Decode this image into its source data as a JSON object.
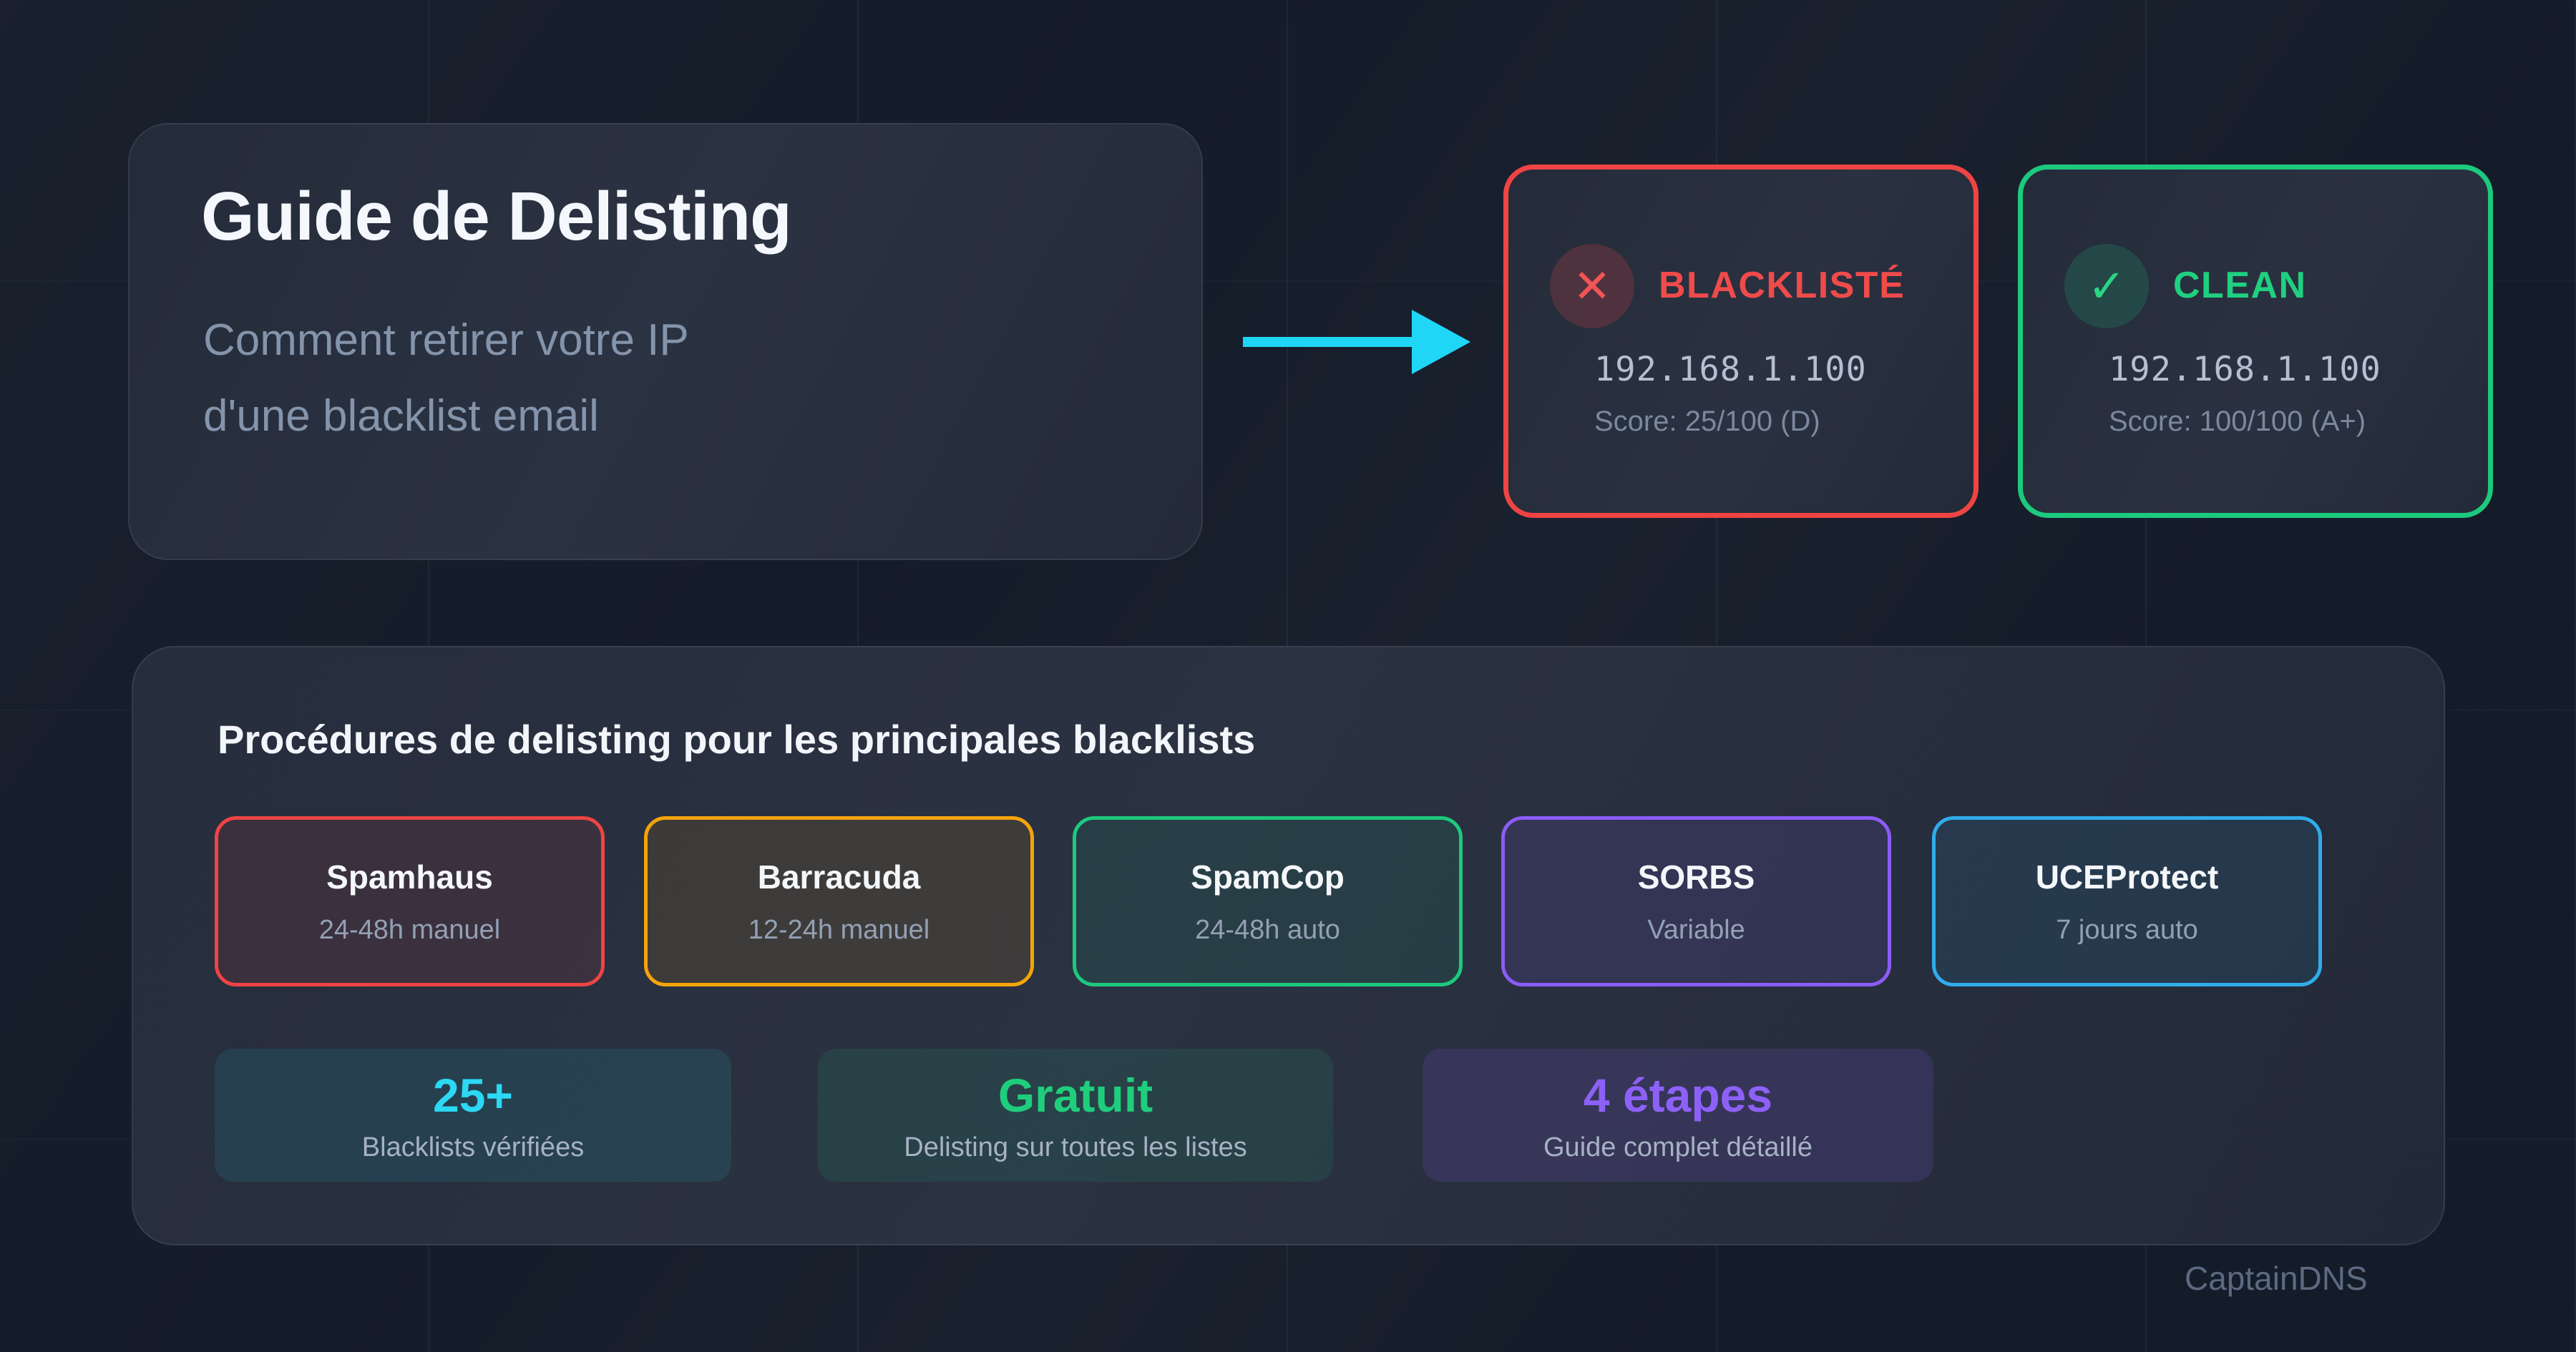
{
  "page": {
    "brand": "CaptainDNS",
    "background_color": "#151c29",
    "grid_line_color": "#6ecdeb"
  },
  "hero": {
    "title": "Guide de Delisting",
    "subtitle_line1": "Comment retirer votre IP",
    "subtitle_line2": "d'une blacklist email"
  },
  "flow": {
    "arrow_icon": "right-arrow",
    "arrow_color": "#1fd6f7"
  },
  "status_cards": [
    {
      "id": "blacklisted",
      "icon_glyph": "✕",
      "label": "BLACKLISTÉ",
      "ip": "192.168.1.100",
      "score": "Score: 25/100 (D)",
      "color": "#ef4444"
    },
    {
      "id": "clean",
      "icon_glyph": "✓",
      "label": "CLEAN",
      "ip": "192.168.1.100",
      "score": "Score: 100/100 (A+)",
      "color": "#1dc97d"
    }
  ],
  "panel": {
    "title": "Procédures de delisting pour les principales blacklists",
    "blacklists": [
      {
        "name": "Spamhaus",
        "delay": "24-48h manuel",
        "color": "#ef4444"
      },
      {
        "name": "Barracuda",
        "delay": "12-24h manuel",
        "color": "#f5a30b"
      },
      {
        "name": "SpamCop",
        "delay": "24-48h auto",
        "color": "#1dc97d"
      },
      {
        "name": "SORBS",
        "delay": "Variable",
        "color": "#8b5cf6"
      },
      {
        "name": "UCEProtect",
        "delay": "7 jours auto",
        "color": "#30aceb"
      }
    ],
    "stats": [
      {
        "value": "25+",
        "label": "Blacklists vérifiées",
        "color": "#2bd9f4"
      },
      {
        "value": "Gratuit",
        "label": "Delisting sur toutes les listes",
        "color": "#1fce7c"
      },
      {
        "value": "4 étapes",
        "label": "Guide complet détaillé",
        "color": "#8d61f8"
      }
    ]
  }
}
